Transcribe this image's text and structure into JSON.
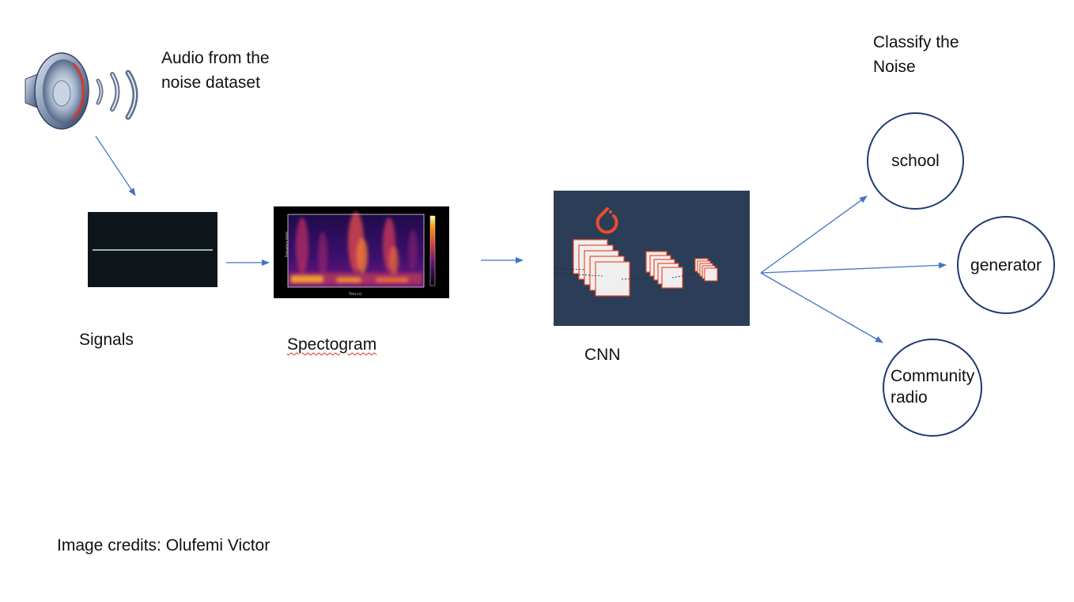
{
  "labels": {
    "audio": "Audio from the\nnoise dataset",
    "classify": "Classify the\nNoise",
    "signals": "Signals",
    "spectogram": "Spectogram",
    "cnn": "CNN",
    "credits": "Image credits: Olufemi Victor"
  },
  "classes": [
    {
      "label": "school"
    },
    {
      "label": "generator"
    },
    {
      "label": "Community\nradio"
    }
  ],
  "icons": {
    "speaker": "speaker-icon",
    "waveform": "waveform-image",
    "spectrogram": "spectrogram-image",
    "cnn": "cnn-diagram-image",
    "pytorch": "pytorch-logo-icon"
  },
  "colors": {
    "arrow": "#4472c4",
    "circle_border": "#1f3a6e",
    "cnn_background": "#2c3e57",
    "pytorch_orange": "#ee4c2c"
  }
}
